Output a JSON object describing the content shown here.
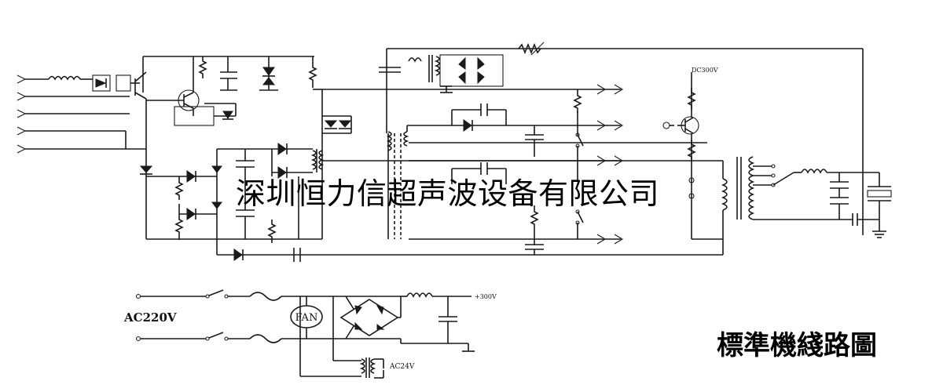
{
  "diagram": {
    "watermark_company": "深圳恒力信超声波设备有限公司",
    "sheet_title": "標準機綫路圖",
    "labels": {
      "dc_voltage": "DC300V",
      "ac_input": "AC220V",
      "fan": "FAN",
      "dc_out": "+300V",
      "ac_low": "AC24V"
    }
  }
}
